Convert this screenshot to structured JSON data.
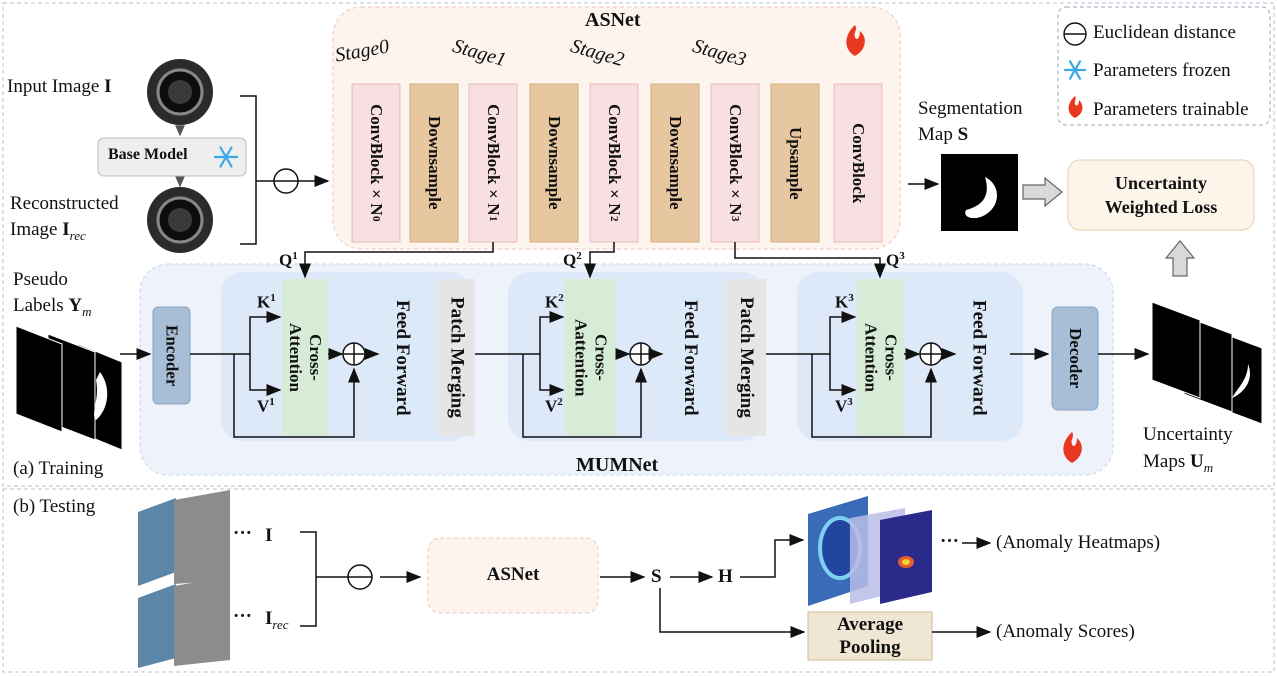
{
  "legend": {
    "euclidean": "Euclidean distance",
    "frozen": "Parameters frozen",
    "trainable": "Parameters trainable"
  },
  "asnet": {
    "title": "ASNet",
    "stages": [
      "Stage0",
      "Stage1",
      "Stage2",
      "Stage3"
    ],
    "blocks": [
      {
        "text": "ConvBlock×N",
        "sub": "0"
      },
      {
        "text": "Downsample",
        "sub": ""
      },
      {
        "text": "ConvBlock×N",
        "sub": "1"
      },
      {
        "text": "Downsample",
        "sub": ""
      },
      {
        "text": "ConvBlock×N",
        "sub": "2"
      },
      {
        "text": "Downsample",
        "sub": ""
      },
      {
        "text": "ConvBlock×N",
        "sub": "3"
      },
      {
        "text": "Upsample",
        "sub": ""
      },
      {
        "text": "ConvBlock",
        "sub": ""
      }
    ]
  },
  "inputs": {
    "input_image": "Input Image",
    "input_sym": "I",
    "base_model": "Base Model",
    "reconstructed_1": "Reconstructed",
    "reconstructed_2": "Image",
    "rec_sym": "I",
    "rec_sub": "rec"
  },
  "segmentation": {
    "line1": "Segmentation",
    "line2": "Map",
    "sym": "S"
  },
  "loss": {
    "line1": "Uncertainty",
    "line2": "Weighted Loss"
  },
  "pseudo": {
    "line1": "Pseudo",
    "line2": "Labels",
    "sym": "Y",
    "sub": "m"
  },
  "mumnet": {
    "title": "MUMNet",
    "encoder": "Encoder",
    "decoder": "Decoder",
    "cross_attention": [
      "Cross-\nAttention",
      "Cross-\nAattention",
      "Cross-\nAttention"
    ],
    "feed_forward": "Feed Forward",
    "patch_merging": "Patch Merging",
    "q": [
      "Q",
      "Q",
      "Q"
    ],
    "k": [
      "K",
      "K",
      "K"
    ],
    "v": [
      "V",
      "V",
      "V"
    ],
    "idx": [
      "1",
      "2",
      "3"
    ]
  },
  "uncertainty": {
    "line1": "Uncertainty",
    "line2": "Maps",
    "sym": "U",
    "sub": "m"
  },
  "training_label": "(a) Training",
  "testing": {
    "label": "(b) Testing",
    "i": "I",
    "irec": "I",
    "irec_sub": "rec",
    "dots": "···",
    "asnet": "ASNet",
    "s": "S",
    "h": "H",
    "heatmaps": "(Anomaly Heatmaps)",
    "pooling_1": "Average",
    "pooling_2": "Pooling",
    "scores": "(Anomaly Scores)"
  }
}
